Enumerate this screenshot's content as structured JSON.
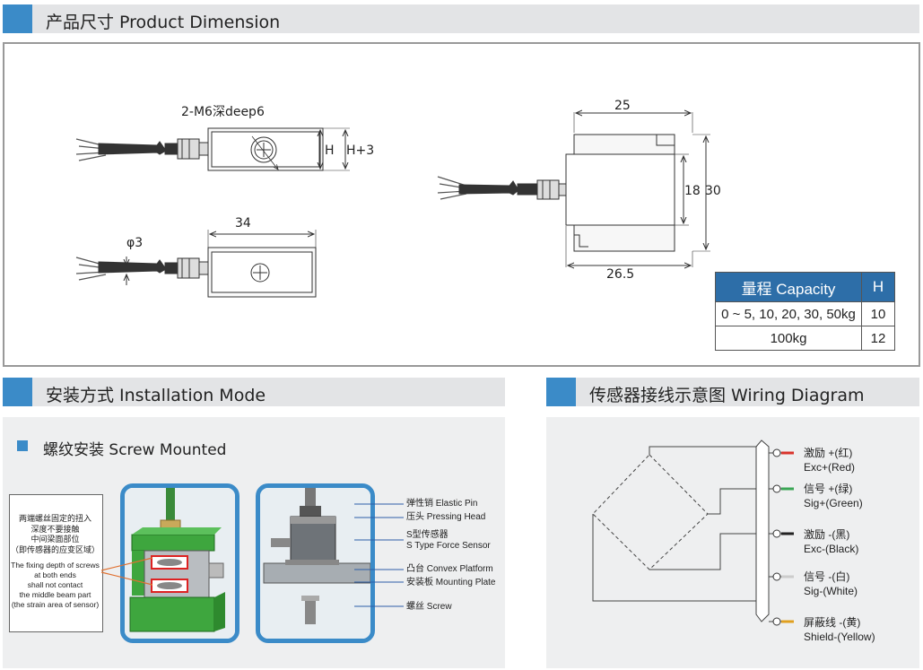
{
  "sections": {
    "dimension_title": "产品尺寸 Product Dimension",
    "install_title": "安装方式 Installation Mode",
    "wiring_title": "传感器接线示意图 Wiring Diagram"
  },
  "dimension": {
    "thread_label": "2-M6深deep6",
    "h_label": "H",
    "h3_label": "H+3",
    "len34": "34",
    "dia3": "φ3",
    "w25": "25",
    "h18": "18",
    "h30": "30",
    "w265": "26.5"
  },
  "capacity_table": {
    "header_capacity": "量程 Capacity",
    "header_h": "H",
    "rows": [
      {
        "capacity": "0 ~ 5, 10, 20, 30, 50kg",
        "h": "10"
      },
      {
        "capacity": "100kg",
        "h": "12"
      }
    ]
  },
  "install": {
    "subtitle": "螺纹安装 Screw Mounted",
    "note_cn": [
      "两端螺丝固定的扭入",
      "深度不要接触",
      "中间梁面部位",
      "（即传感器的应变区域）"
    ],
    "note_en": [
      "The fixing depth of screws",
      "at both ends",
      "shall not contact",
      "the middle beam part",
      "(the strain area of sensor)"
    ],
    "parts": [
      "弹性销 Elastic Pin",
      "压头 Pressing Head",
      "S型传感器",
      "S Type Force Sensor",
      "凸台 Convex Platform",
      "安装板 Mounting Plate",
      "螺丝 Screw"
    ]
  },
  "wiring": {
    "labels": [
      {
        "cn": "激励 +(红)",
        "en": "Exc+(Red)",
        "color": "#d9332b"
      },
      {
        "cn": "信号 +(绿)",
        "en": "Sig+(Green)",
        "color": "#3aa655"
      },
      {
        "cn": "激励 -(黑)",
        "en": "Exc-(Black)",
        "color": "#222222"
      },
      {
        "cn": "信号 -(白)",
        "en": "Sig-(White)",
        "color": "#dddddd"
      },
      {
        "cn": "屏蔽线 -(黄)",
        "en": "Shield-(Yellow)",
        "color": "#e0a020"
      }
    ]
  }
}
